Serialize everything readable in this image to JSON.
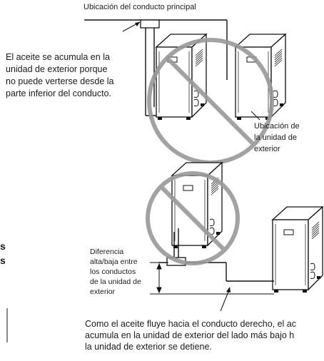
{
  "top_label": "Ubicación del conducto principal",
  "oil_note": "El aceite se acumula en la\nunidad de exterior porque\nno puede verterse desde la\nparte inferior del conducto.",
  "unit_location_label": "Ubicación de\nla unidad de\nexterior",
  "difference_label": "Diferencia\nalta/baja entre\nlos conductos\nde la unidad de\nexterior",
  "bottom_note": "Como el aceite fluye hacia el conducto derecho, el ac\nacumula en la unidad de exterior del lado más bajo h\nla unidad de exterior se detiene.",
  "left_fragment_1": "s",
  "left_fragment_2": "s"
}
